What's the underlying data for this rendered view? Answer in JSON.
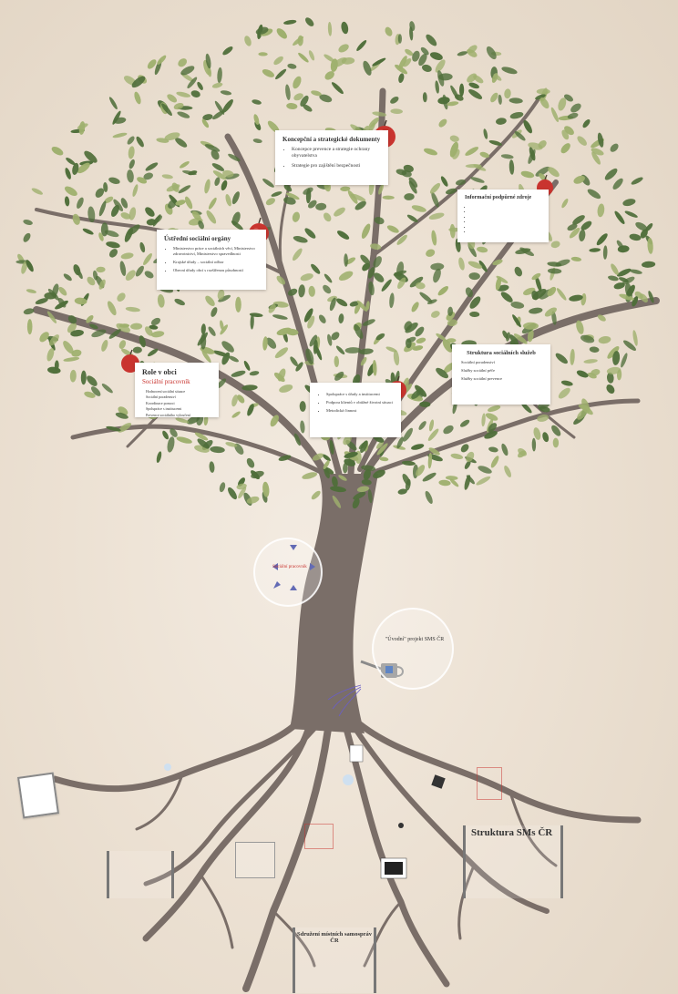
{
  "cards": {
    "top_center": {
      "title": "Koncepční a strategické dokumenty",
      "items": [
        "Koncepce prevence a strategie ochrany obyvatelstva",
        "Strategie pro zajištění bezpečnosti"
      ]
    },
    "right_top": {
      "title": "Informační podpůrné zdroje",
      "items": [
        "",
        "",
        "",
        "",
        "",
        ""
      ]
    },
    "left_mid": {
      "title": "Ústřední sociální orgány",
      "items": [
        "Ministerstvo práce a sociálních věcí, Ministerstvo zdravotnictví, Ministerstvo spravedlnosti",
        "Krajské úřady – sociální odbor",
        "Obecní úřady obcí s rozšířenou působností"
      ]
    },
    "left_low": {
      "title": "Role v obci",
      "sub": "Sociální pracovník",
      "items": [
        "Hodnocení sociální situace",
        "Sociální poradenství",
        "Koordinace pomoci",
        "Spolupráce s institucemi",
        "Prevence sociálního vyloučení"
      ]
    },
    "center_low": {
      "title": "",
      "items": [
        "Spolupráce s úřady a institucemi",
        "Podpora klientů v obtížné životní situaci",
        "Metodická činnost"
      ]
    },
    "right_mid": {
      "title": "Struktura sociálních služeb",
      "items": [
        "Sociální poradenství",
        "Služby sociální péče",
        "Služby sociální prevence"
      ]
    }
  },
  "circles": {
    "left": {
      "title": "Sociální pracovník"
    },
    "right": {
      "title": "\"Úvodní\" projekt SMS ČR",
      "red1": "",
      "red2": ""
    }
  },
  "brackets": {
    "struktura": {
      "title": "Struktura SMs ČR",
      "lines": [
        "",
        "",
        "",
        ""
      ]
    },
    "bottom": {
      "title": "Sdružení místních samospráv ČR",
      "lines": [
        "",
        ""
      ]
    },
    "left": {
      "title": "",
      "lines": [
        "",
        "",
        ""
      ]
    }
  },
  "colors": {
    "trunk": "#7a6e68",
    "leaf_dark": "#4f6e3a",
    "leaf_light": "#9fb06e",
    "apple": "#c9342f",
    "accent_red": "#c9342f"
  }
}
